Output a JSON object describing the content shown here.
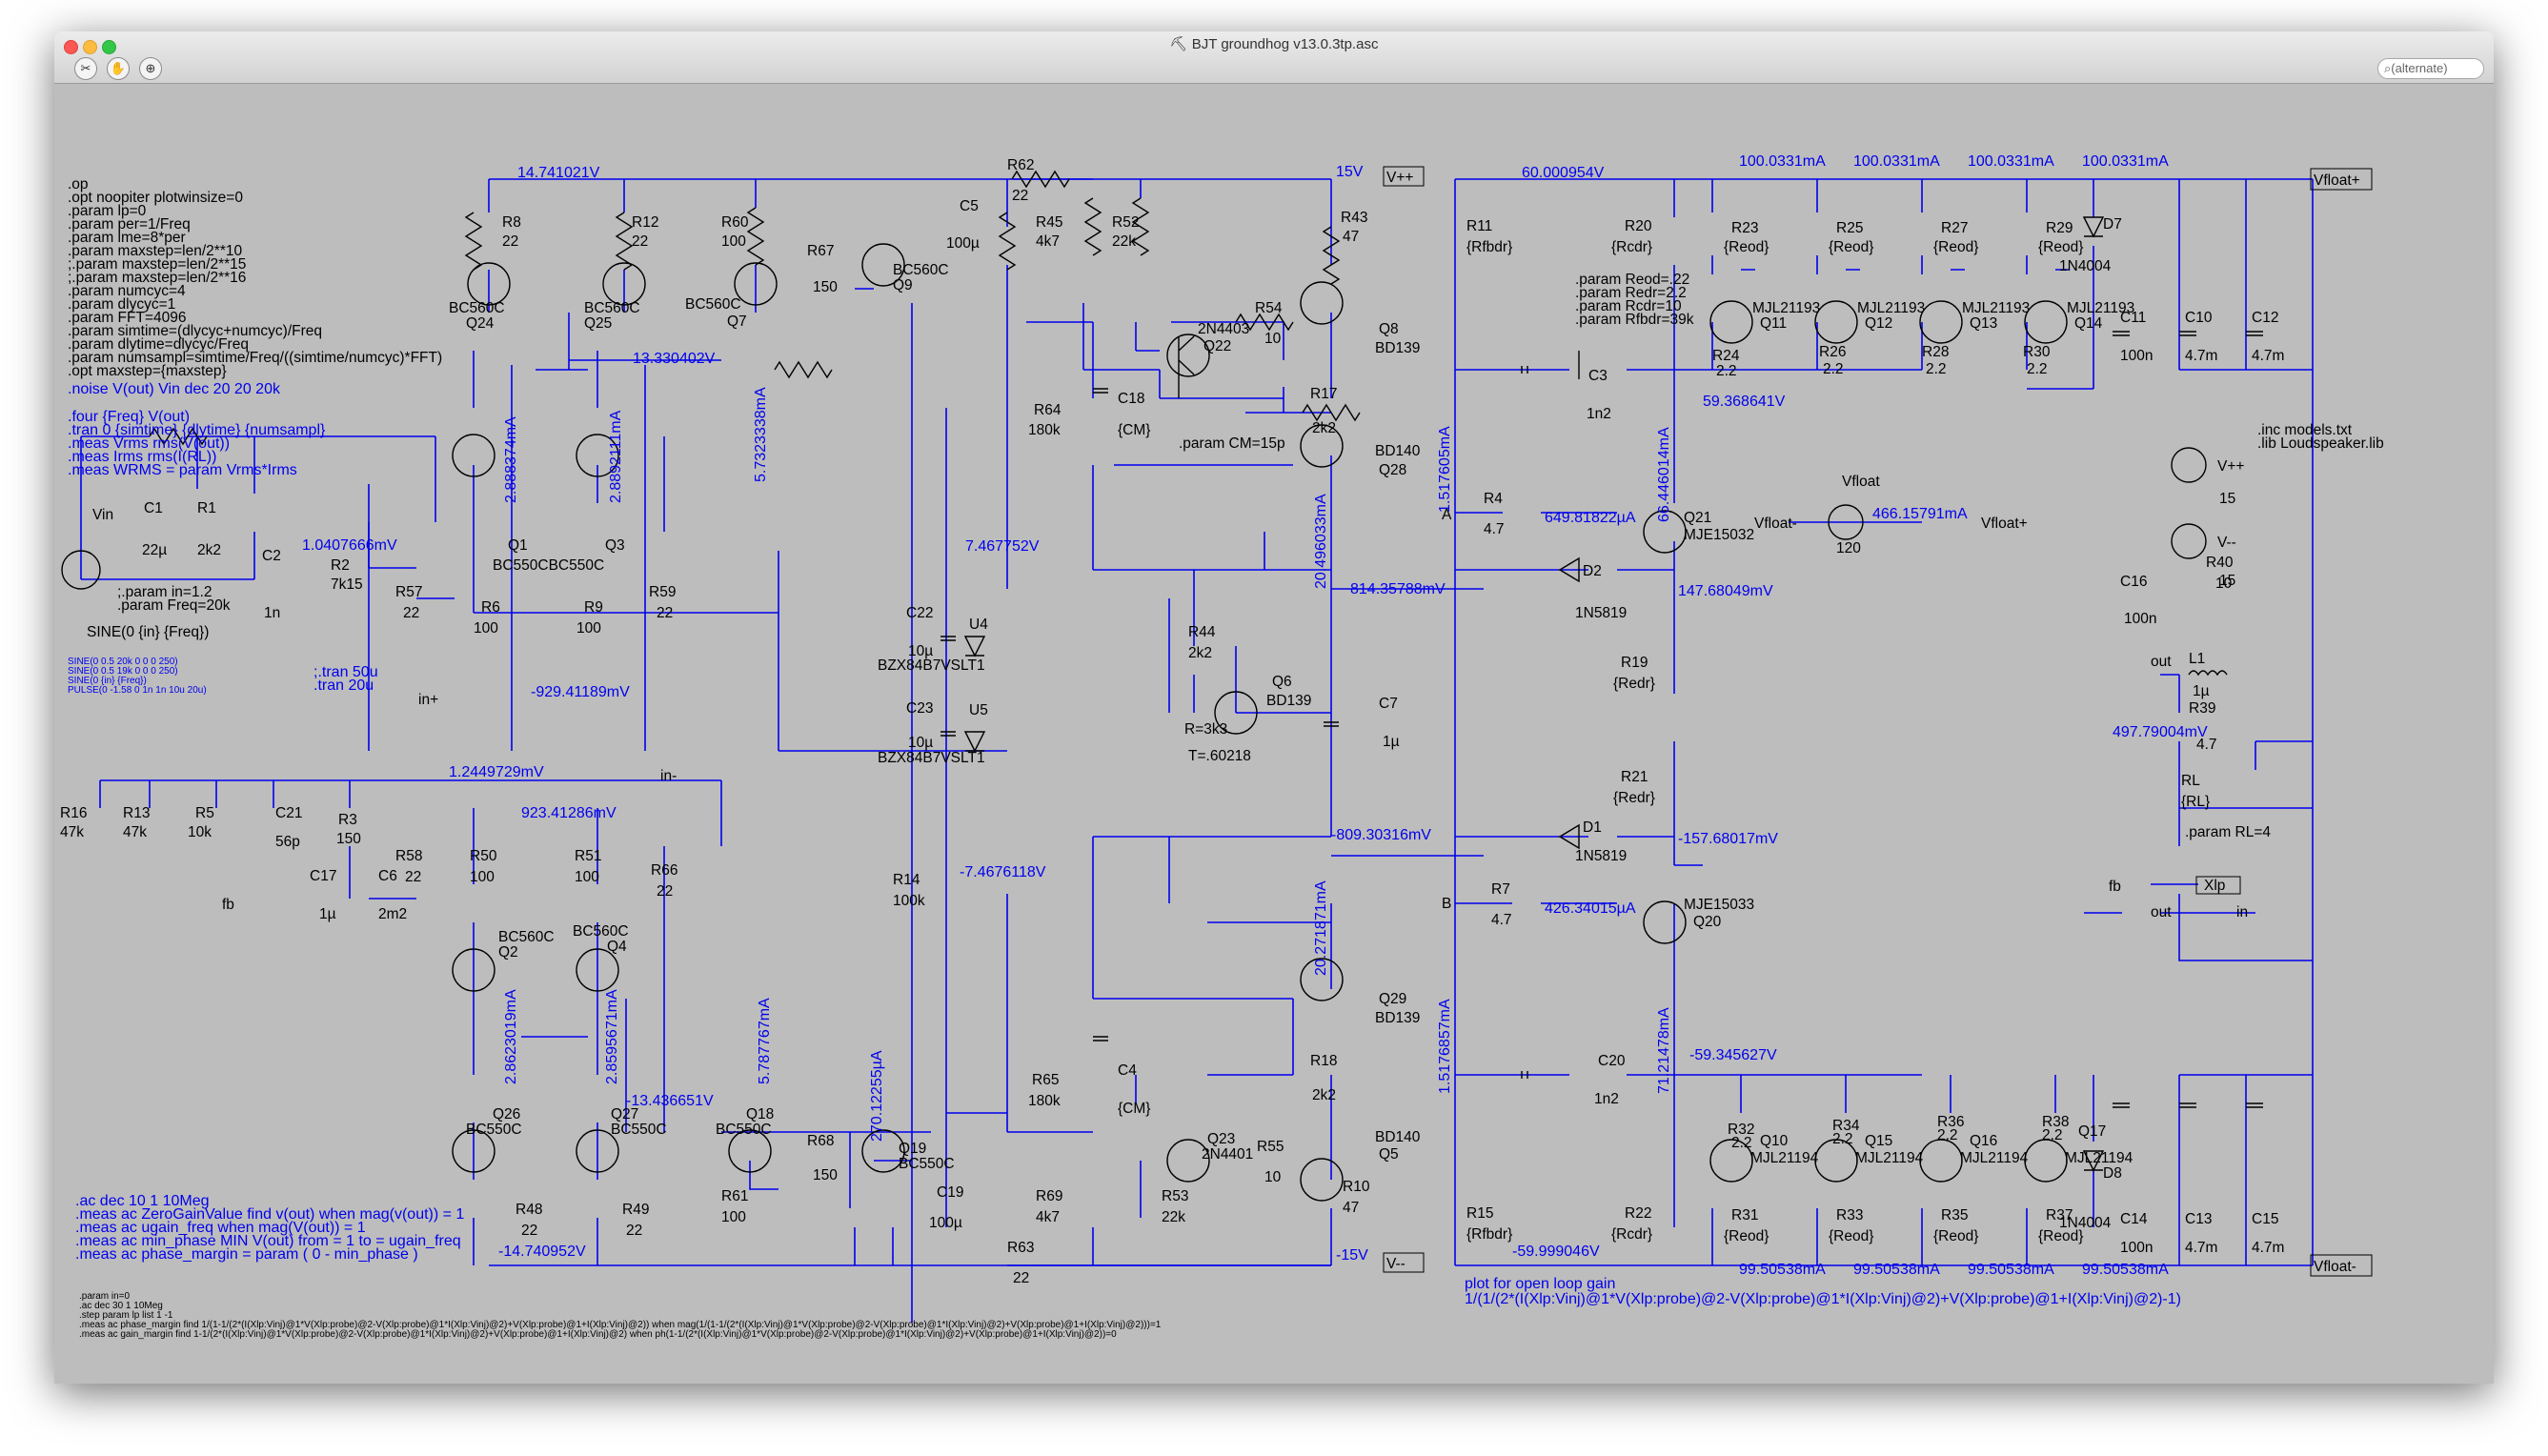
{
  "window": {
    "title": "BJT groundhog v13.0.3tp.asc",
    "search_placeholder": "(alternate)"
  },
  "colors": {
    "background": "#bdbdbd",
    "wire": "#0000ee",
    "component": "#000000",
    "net_label": "#0000ee"
  },
  "directives_top": [
    ".op",
    ".opt noopiter plotwinsize=0",
    ".param lp=0",
    ".param per=1/Freq",
    ".param lme=8*per",
    ".param maxstep=len/2**10",
    ";.param maxstep=len/2**15",
    ";.param maxstep=len/2**16",
    ".param numcyc=4",
    ".param dlycyc=1",
    ".param FFT=4096",
    ".param simtime=(dlycyc+numcyc)/Freq",
    ".param dlytime=dlycyc/Freq",
    ".param numsampl=simtime/Freq/((simtime/numcyc)*FFT)",
    ".opt maxstep={maxstep}"
  ],
  "directive_noise": ".noise V(out) Vin dec 20 20 20k",
  "directives_four": [
    ".four {Freq} V(out)",
    ".tran 0 {simtime} {dlytime} {numsampl}",
    ".meas Vrms rms(V(out))",
    ".meas Irms rms(I(RL))",
    ".meas WRMS = param Vrms*Irms"
  ],
  "source_params": [
    ";.param in=1.2",
    ".param Freq=20k"
  ],
  "source_sine": "SINE(0 {in} {Freq})",
  "source_alt": [
    "SINE(0 0.5 20k 0 0 0 250)",
    "SINE(0 0.5 19k 0 0 0 250)",
    "SINE(0 {in} {Freq})",
    "PULSE(0 -1.58 0 1n 1n 10u 20u)"
  ],
  "tran_alt": [
    ";.tran 50u",
    ".tran 20u"
  ],
  "directives_ac": [
    ".ac dec 10 1 10Meg",
    ".meas ac ZeroGainValue find v(out) when mag(v(out)) = 1",
    ".meas ac ugain_freq when mag(V(out)) = 1",
    ".meas ac min_phase MIN V(out) from = 1 to = ugain_freq",
    ".meas ac phase_margin = param ( 0 - min_phase )"
  ],
  "directives_bottom": [
    ".param in=0",
    ".ac dec 30 1 10Meg",
    ".step param lp list 1 -1",
    ".meas ac phase_margin find 1/(1-1/(2*(I(Xlp:Vinj)@1*V(Xlp:probe)@2-V(Xlp:probe)@1*I(Xlp:Vinj)@2)+V(Xlp:probe)@1+I(Xlp:Vinj)@2)) when mag(1/(1-1/(2*(I(Xlp:Vinj)@1*V(Xlp:probe)@2-V(Xlp:probe)@1*I(Xlp:Vinj)@2)+V(Xlp:probe)@1+I(Xlp:Vinj)@2)))=1",
    ".meas ac gain_margin find 1-1/(2*(I(Xlp:Vinj)@1*V(Xlp:probe)@2-V(Xlp:probe)@1*I(Xlp:Vinj)@2)+V(Xlp:probe)@1+I(Xlp:Vinj)@2) when ph(1-1/(2*(I(Xlp:Vinj)@1*V(Xlp:probe)@2-V(Xlp:probe)@1*I(Xlp:Vinj)@2)+V(Xlp:probe)@1+I(Xlp:Vinj)@2))=0"
  ],
  "directives_right": [
    ".param Reod=.22",
    ".param Redr=2.2",
    ".param Rcdr=10",
    ".param Rfbdr=39k"
  ],
  "directive_cm": ".param CM=15p",
  "directive_rl": ".param RL=4",
  "includes": [
    ".inc models.txt",
    ".lib Loudspeaker.lib"
  ],
  "plot_note": [
    "plot for open loop gain",
    "1/(1/(2*(I(Xlp:Vinj)@1*V(Xlp:probe)@2-V(Xlp:probe)@1*I(Xlp:Vinj)@2)+V(Xlp:probe)@1+I(Xlp:Vinj)@2)-1)"
  ],
  "nets": {
    "vpp": "V++",
    "vmm": "V--",
    "v15p": "15V",
    "v15m": "-15V",
    "vfloat_p": "Vfloat+",
    "vfloat_m": "Vfloat-",
    "vfloat": "Vfloat",
    "vfloat_cur": "466.15791mA",
    "vin": "Vin",
    "in_p": "in+",
    "in_m": "in-",
    "fb": "fb",
    "out": "out",
    "in": "in",
    "xlp": "Xlp",
    "A": "A",
    "B": "B",
    "v_plus": "V++",
    "v_minus": "V--"
  },
  "operating_points": {
    "op1": "14.741021V",
    "op2": "13.330402V",
    "op3": "1.0407666mV",
    "op4": "-929.41189mV",
    "op5": "1.2449729mV",
    "op6": "923.41286mV",
    "op7": "-13.436651V",
    "op8": "-14.740952V",
    "op9": "7.467752V",
    "op10": "-7.4676118V",
    "op11": "814.35788mV",
    "op12": "-809.30316mV",
    "op13": "60.000954V",
    "op14": "59.368641V",
    "op15": "-59.345627V",
    "op16": "-59.999046V",
    "op17": "147.68049mV",
    "op18": "-157.68017mV",
    "op19": "497.79004mV",
    "op20": "649.81822µA",
    "op21": "426.34015µA",
    "cur1": "100.0331mA",
    "cur2": "99.50538mA",
    "v1": "2.888374mA",
    "v2": "2.8892111mA",
    "v3": "5.7323338mA",
    "v4": "2.8623019mA",
    "v5": "2.8595671mA",
    "v6": "5.787767mA",
    "v7": "270.12255µA",
    "v8": "20.496033mA",
    "v9": "20.271871mA",
    "v10": "1.517605mA",
    "v11": "1.5176857mA",
    "v12": "66.446014mA",
    "v13": "71.21478mA"
  },
  "components": {
    "R8": "R8",
    "R8v": "22",
    "R12": "R12",
    "R12v": "22",
    "R60": "R60",
    "R60v": "100",
    "R67": "R67",
    "R67v": "150",
    "R62": "R62",
    "R62v": "22",
    "R45": "R45",
    "R45v": "4k7",
    "R52": "R52",
    "R52v": "22k",
    "R43": "R43",
    "R43v": "47",
    "R54": "R54",
    "R54v": "10",
    "R17": "R17",
    "R17v": "2k2",
    "R64": "R64",
    "R64v": "180k",
    "C18": "C18",
    "C18v": "{CM}",
    "C5": "C5",
    "C5v": "100µ",
    "Q24": "Q24",
    "Q24t": "BC560C",
    "Q25": "Q25",
    "Q25t": "BC560C",
    "Q7": "Q7",
    "Q7t": "BC560C",
    "Q9": "Q9",
    "Q9t": "BC560C",
    "Q22": "Q22",
    "Q22t": "2N4403",
    "Q8": "Q8",
    "Q8t": "BD139",
    "Q28": "Q28",
    "Q28t": "BD140",
    "C1": "C1",
    "C1v": "22µ",
    "R1": "R1",
    "R1v": "2k2",
    "C2": "C2",
    "C2v": "1n",
    "R2": "R2",
    "R2v": "7k15",
    "Q1": "Q1",
    "Q3": "Q3",
    "Q13t": "BC550CBC550C",
    "R57": "R57",
    "R57v": "22",
    "R6": "R6",
    "R6v": "100",
    "R9": "R9",
    "R9v": "100",
    "R59": "R59",
    "R59v": "22",
    "C22": "C22",
    "C22v": "10µ",
    "U4": "U4",
    "C23": "C23",
    "C23v": "10µ",
    "U5": "U5",
    "Ut": "BZX84B7VSLT1",
    "R44": "R44",
    "R44v": "2k2",
    "Q6": "Q6",
    "Q6t": "BD139",
    "R3k": "R=3k3",
    "T": "T=.60218",
    "C7": "C7",
    "C7v": "1µ",
    "R16": "R16",
    "R16v": "47k",
    "R13": "R13",
    "R13v": "47k",
    "R5": "R5",
    "R5v": "10k",
    "C21": "C21",
    "C21v": "56p",
    "R3": "R3",
    "R3v": "150",
    "C17": "C17",
    "C17v": "1µ",
    "C6": "C6",
    "C6v": "2m2",
    "R58": "R58",
    "R58v": "22",
    "R50": "R50",
    "R50v": "100",
    "R51": "R51",
    "R51v": "100",
    "R66": "R66",
    "R66v": "22",
    "Q2": "Q2",
    "Q2t": "BC560C",
    "Q4": "Q4",
    "Q4t": "BC560C",
    "R14": "R14",
    "R14v": "100k",
    "Q26": "Q26",
    "Q26t": "BC550C",
    "Q27": "Q27",
    "Q27t": "BC550C",
    "R48": "R48",
    "R48v": "22",
    "R49": "R49",
    "R49v": "22",
    "Q18": "Q18",
    "Q18t": "BC550C",
    "R68": "R68",
    "R68v": "150",
    "Q19": "Q19",
    "Q19t": "BC550C",
    "R61": "R61",
    "R61v": "100",
    "C19": "C19",
    "C19v": "100µ",
    "R63": "R63",
    "R63v": "22",
    "R69": "R69",
    "R69v": "4k7",
    "R53": "R53",
    "R53v": "22k",
    "R10": "R10",
    "R10v": "47",
    "R65": "R65",
    "R65v": "180k",
    "C4": "C4",
    "C4v": "{CM}",
    "R18": "R18",
    "R18v": "2k2",
    "Q23": "Q23",
    "Q23t": "2N4401",
    "R55": "R55",
    "R55v": "10",
    "Q29": "Q29",
    "Q29t": "BD139",
    "Q5": "Q5",
    "Q5t": "BD140",
    "R11": "R11",
    "R11v": "{Rfbdr}",
    "R20": "R20",
    "R20v": "{Rcdr}",
    "C3": "C3",
    "C3v": "1n2",
    "R4": "R4",
    "R4v": "4.7",
    "Q21": "Q21",
    "Q21t": "MJE15032",
    "D2": "D2",
    "D2t": "1N5819",
    "R19": "R19",
    "R19v": "{Redr}",
    "R21": "R21",
    "R21v": "{Redr}",
    "D1": "D1",
    "D1t": "1N5819",
    "R7": "R7",
    "R7v": "4.7",
    "Q20": "Q20",
    "Q20t": "MJE15033",
    "C20": "C20",
    "C20v": "1n2",
    "R15": "R15",
    "R15v": "{Rfbdr}",
    "R22": "R22",
    "R22v": "{Rcdr}",
    "R23": "R23",
    "R25": "R25",
    "R27": "R27",
    "R29": "R29",
    "Reod": "{Reod}",
    "D7": "D7",
    "D7t": "1N4004",
    "Q11": "Q11",
    "Q12": "Q12",
    "Q13": "Q13",
    "Q14": "Q14",
    "Qnt": "MJL21193",
    "R24": "R24",
    "R26": "R26",
    "R28": "R28",
    "R30": "R30",
    "v22": "2.2",
    "C11": "C11",
    "C11v": "100n",
    "C10": "C10",
    "C10v": "4.7m",
    "C12": "C12",
    "C12v": "4.7m",
    "V15": "15",
    "R40": "R40",
    "R40v": "10",
    "C16": "C16",
    "C16v": "100n",
    "L1": "L1",
    "L1v": "1µ",
    "R39": "R39",
    "R39v": "4.7",
    "RL": "RL",
    "RLv": "{RL}",
    "Vfloat_v": "120",
    "R32": "R32",
    "R34": "R34",
    "R36": "R36",
    "R38": "R38",
    "Q10": "Q10",
    "Q15": "Q15",
    "Q16": "Q16",
    "Q17": "Q17",
    "Qpt": "MJL21194",
    "R31": "R31",
    "R33": "R33",
    "R35": "R35",
    "R37": "R37",
    "D8": "D8",
    "D8t": "1N4004",
    "C14": "C14",
    "C14v": "100n",
    "C13": "C13",
    "C13v": "4.7m",
    "C15": "C15",
    "C15v": "4.7m"
  }
}
